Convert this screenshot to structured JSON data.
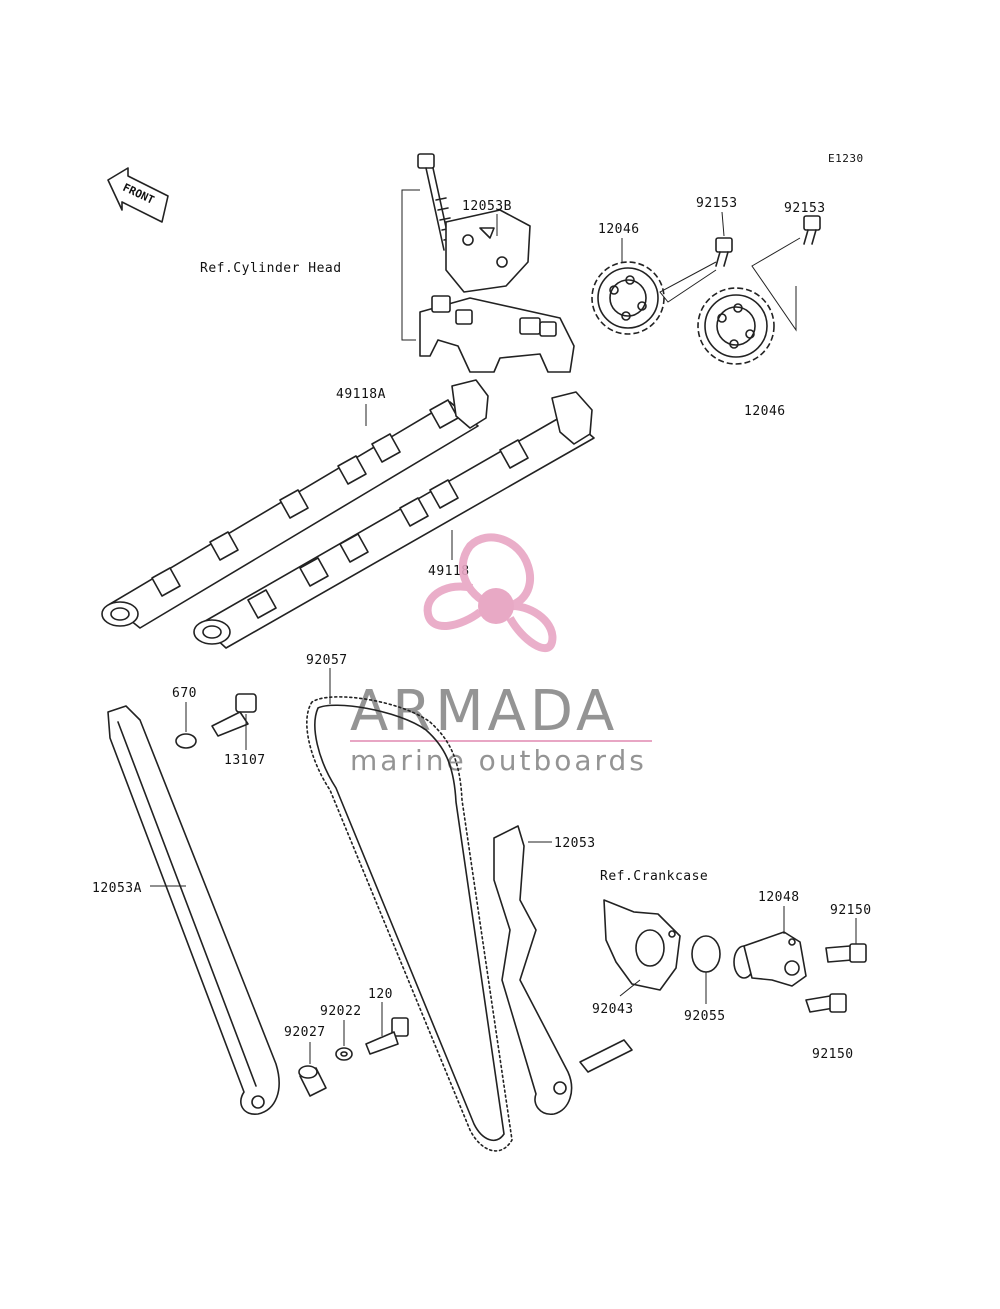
{
  "diagram": {
    "code": "E1230",
    "direction_label": "FRONT",
    "references": {
      "cylinder_head": "Ref.Cylinder Head",
      "crankcase": "Ref.Crankcase"
    },
    "part_labels": {
      "p12053B": "12053B",
      "p12046_top": "12046",
      "p92153_a": "92153",
      "p92153_b": "92153",
      "p12046_bottom": "12046",
      "p49118A": "49118A",
      "p49118": "49118",
      "p92057": "92057",
      "p670": "670",
      "p13107": "13107",
      "p12053": "12053",
      "p12053A": "12053A",
      "p12048": "12048",
      "p92150_a": "92150",
      "p92043": "92043",
      "p92055": "92055",
      "p92150_b": "92150",
      "p120": "120",
      "p92022": "92022",
      "p92027": "92027"
    }
  },
  "watermark": {
    "brand": "ARMADA",
    "tagline": "marine outboards",
    "logo_color": "#e8a6c4",
    "logo_center_color": "#e6a0bf",
    "line_color": "#e8a6c4"
  }
}
